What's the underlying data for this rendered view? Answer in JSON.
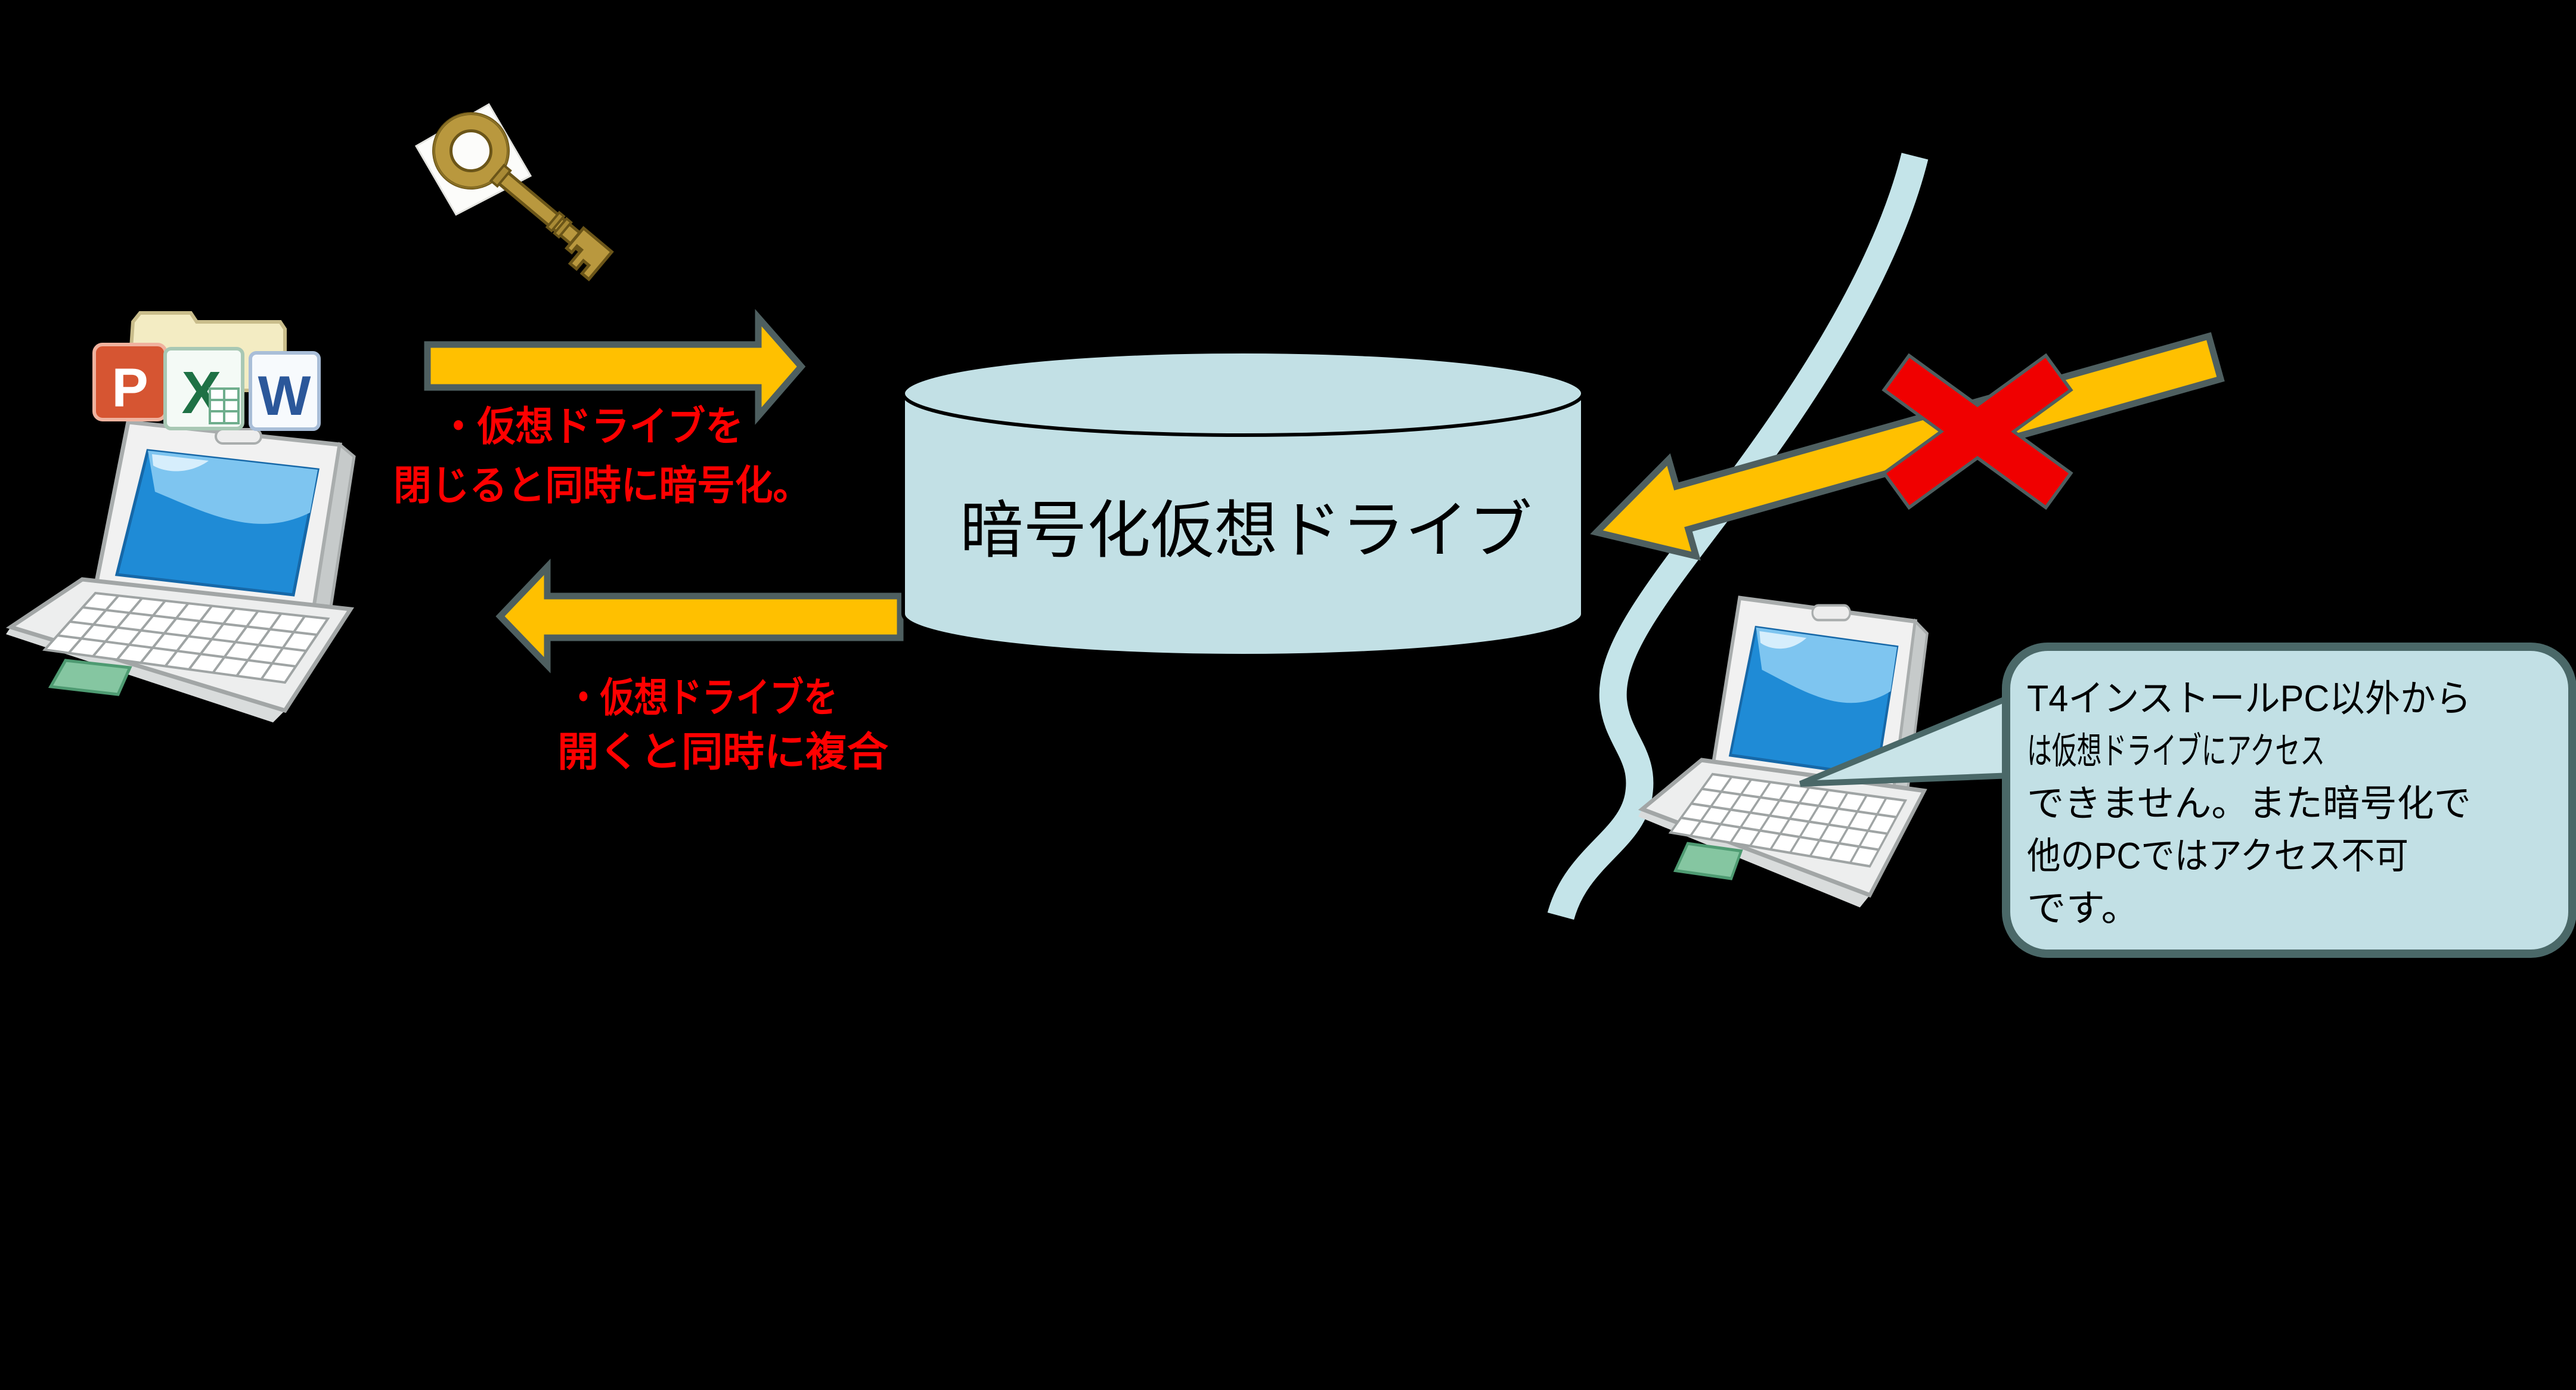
{
  "canvas": {
    "background": "#000000"
  },
  "drive": {
    "label": "暗号化仮想ドライブ"
  },
  "notes": {
    "encrypt": [
      "・仮想ドライブを",
      "閉じると同時に暗号化。"
    ],
    "decrypt": [
      "・仮想ドライブを",
      "開くと同時に複合"
    ]
  },
  "bubble": {
    "lines": [
      "T4インストールPC以外から",
      "は仮想ドライブにアクセス",
      "できません。また暗号化で",
      "他のPCではアクセス不可",
      "です。"
    ]
  },
  "icons": {
    "powerpoint": "P",
    "excel": "X",
    "word": "W"
  },
  "colors": {
    "arrow_fill": "#FFC000",
    "arrow_outline": "#4E5F60",
    "note_text": "#FF0000",
    "cross_red": "#F00000",
    "cylinder_fill": "#C2E0E5",
    "bubble_fill": "#C2E0E5",
    "bubble_border": "#4A6868",
    "barrier_line": "#C4E4E9",
    "key_gold": "#B9983E"
  }
}
